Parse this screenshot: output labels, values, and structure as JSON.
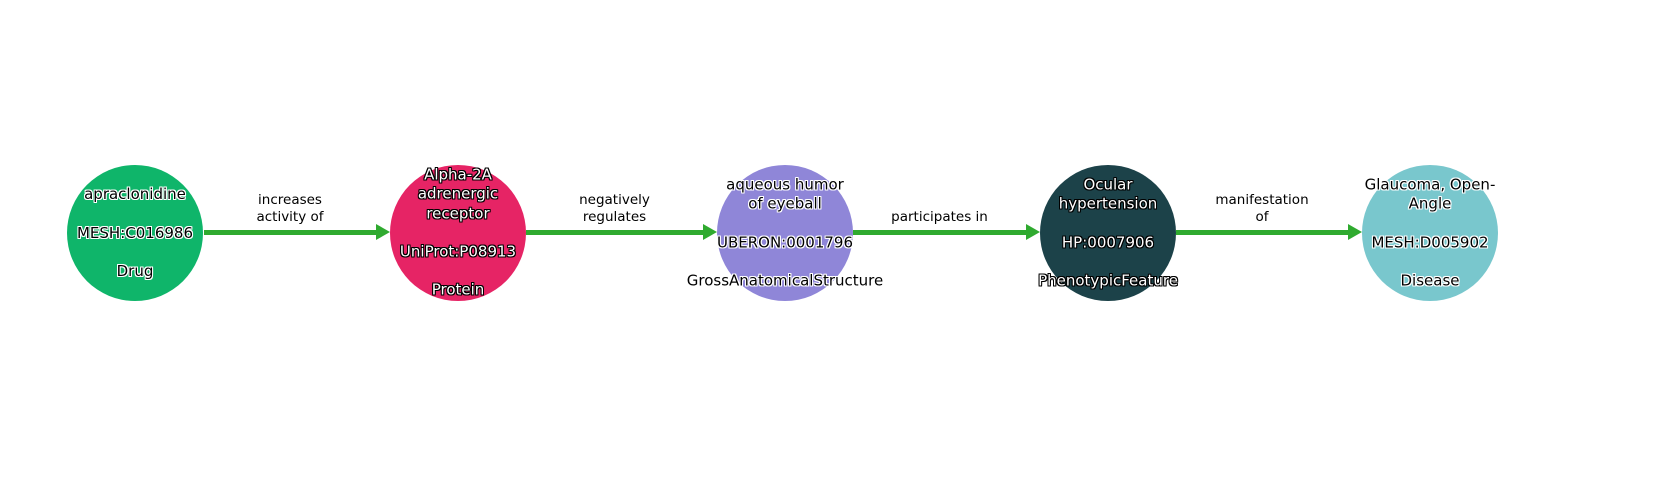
{
  "diagram": {
    "edge_color": "#2faa2f",
    "nodes": [
      {
        "name": "apraclonidine",
        "id": "MESH:C016986",
        "category": "Drug",
        "color": "#0fb56a",
        "text_color": "#000000"
      },
      {
        "name": "Alpha-2A\nadrenergic\nreceptor",
        "id": "UniProt:P08913",
        "category": "Protein",
        "color": "#e62465",
        "text_color": "#ffffff"
      },
      {
        "name": "aqueous humor\nof eyeball",
        "id": "UBERON:0001796",
        "category": "GrossAnatomicalStructure",
        "color": "#8f86d8",
        "text_color": "#000000"
      },
      {
        "name": "Ocular\nhypertension",
        "id": "HP:0007906",
        "category": "PhenotypicFeature",
        "color": "#1c4249",
        "text_color": "#ffffff"
      },
      {
        "name": "Glaucoma, Open-\nAngle",
        "id": "MESH:D005902",
        "category": "Disease",
        "color": "#79c7cd",
        "text_color": "#000000"
      }
    ],
    "edges": [
      {
        "label": "increases\nactivity of"
      },
      {
        "label": "negatively\nregulates"
      },
      {
        "label": "participates in"
      },
      {
        "label": "manifestation\nof"
      }
    ]
  }
}
